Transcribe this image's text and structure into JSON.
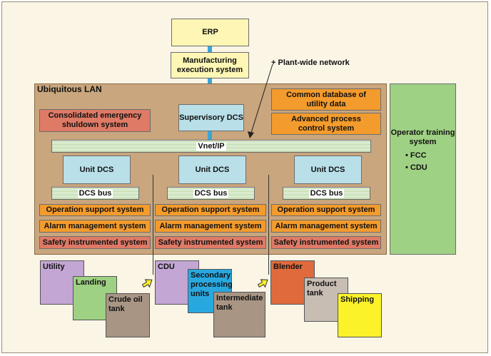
{
  "top": {
    "erp": "ERP",
    "mes": "Manufacturing execution system",
    "network_note": "+ Plant-wide network"
  },
  "lan": {
    "title": "Ubiquitous LAN",
    "emergency": "Consolidated emergency shuldown system",
    "supervisory": "Supervisory DCS",
    "common_db": "Common database of utility data",
    "apc": "Advanced process control system",
    "vnet": "Vnet/IP"
  },
  "units": [
    {
      "dcs": "Unit DCS",
      "bus": "DCS bus",
      "ops": "Operation support system",
      "alarm": "Alarm management system",
      "safety": "Safety instrumented system"
    },
    {
      "dcs": "Unit DCS",
      "bus": "DCS bus",
      "ops": "Operation support system",
      "alarm": "Alarm management system",
      "safety": "Safety instrumented system"
    },
    {
      "dcs": "Unit DCS",
      "bus": "DCS bus",
      "ops": "Operation support system",
      "alarm": "Alarm management system",
      "safety": "Safety instrumented system"
    }
  ],
  "training": {
    "title": "Operator training system",
    "items": [
      "• FCC",
      "• CDU"
    ]
  },
  "plants": {
    "utility": "Utility",
    "landing": "Landing",
    "crude": "Crude oil tank",
    "cdu": "CDU",
    "secondary": "Secondary processing units",
    "intermediate": "Intermediate tank",
    "blender": "Blender",
    "product": "Product tank",
    "shipping": "Shipping"
  },
  "colors": {
    "lan_bg": "#c9a67e",
    "yellow": "#fdf6b4",
    "blue": "#b9dfe9",
    "orange": "#f39b2c",
    "red": "#de7a66",
    "green": "#9fd184",
    "purple": "#c3a6d4",
    "brown": "#a89584",
    "cyan": "#29a8e0",
    "dark_orange": "#e06a3c",
    "gray_brown": "#c7bdb3",
    "bright_yellow": "#fbf22a"
  }
}
